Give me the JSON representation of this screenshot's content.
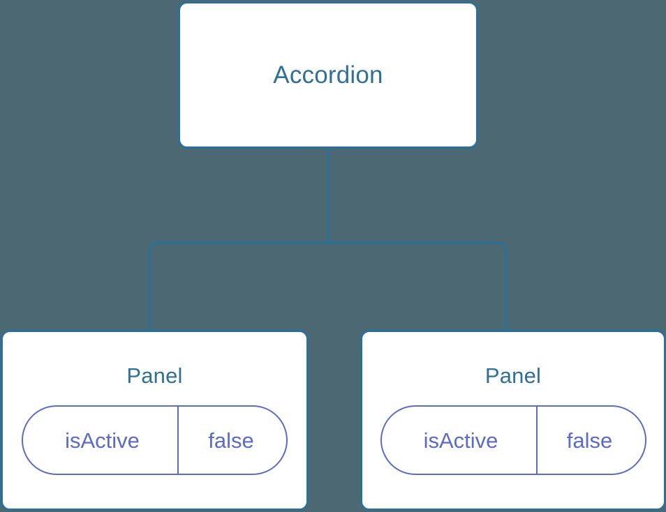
{
  "diagram": {
    "type": "component-tree",
    "background_color": "#4b6873",
    "node_border_color": "#2b7099",
    "node_title_color": "#2e7099",
    "prop_accent_color": "#5c6bc7",
    "edge_color": "#2b7099"
  },
  "root": {
    "label": "Accordion"
  },
  "children": [
    {
      "label": "Panel",
      "props": [
        {
          "key": "isActive",
          "value": "false"
        }
      ]
    },
    {
      "label": "Panel",
      "props": [
        {
          "key": "isActive",
          "value": "false"
        }
      ]
    }
  ]
}
